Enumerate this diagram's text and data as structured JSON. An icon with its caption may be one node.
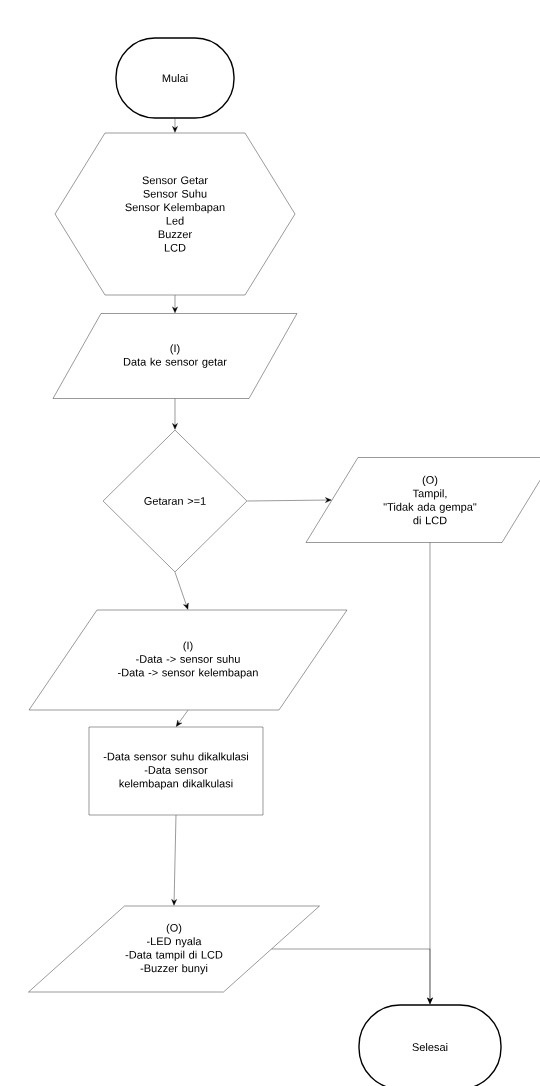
{
  "diagram": {
    "nodes": [
      {
        "text": [
          "Mulai"
        ]
      },
      {
        "text": [
          "Sensor Getar",
          "Sensor Suhu",
          "Sensor Kelembapan",
          "Led",
          "Buzzer",
          "LCD"
        ]
      },
      {
        "text": [
          "(I)",
          "Data ke sensor getar"
        ]
      },
      {
        "text": [
          "Getaran >=1"
        ]
      },
      {
        "text": [
          "(O)",
          "Tampil,",
          "\"Tidak ada gempa\"",
          "di LCD"
        ]
      },
      {
        "text": [
          "(I)",
          "-Data -> sensor suhu",
          "-Data -> sensor kelembapan"
        ]
      },
      {
        "text": [
          "-Data sensor suhu dikalkulasi",
          "-Data sensor kelembapan dikalkulasi"
        ]
      },
      {
        "text": [
          "(O)",
          "-LED nyala",
          "-Data tampil di LCD",
          "-Buzzer bunyi"
        ]
      },
      {
        "text": [
          "Selesai"
        ]
      }
    ],
    "edges": [
      {
        "from": 0,
        "to": 1,
        "arrow": "to"
      },
      {
        "from": 1,
        "to": 2,
        "arrow": "to"
      },
      {
        "from": 2,
        "to": 3,
        "arrow": "to"
      },
      {
        "from": 3,
        "to": 4,
        "arrow": "to"
      },
      {
        "from": 3,
        "to": 5,
        "arrow": "to"
      },
      {
        "from": 5,
        "to": 6,
        "arrow": "to"
      },
      {
        "from": 6,
        "to": 7,
        "arrow": "to"
      },
      {
        "from": 4,
        "to": 8,
        "arrow": "to"
      },
      {
        "from": 7,
        "to": 8,
        "arrow": "to"
      }
    ]
  }
}
